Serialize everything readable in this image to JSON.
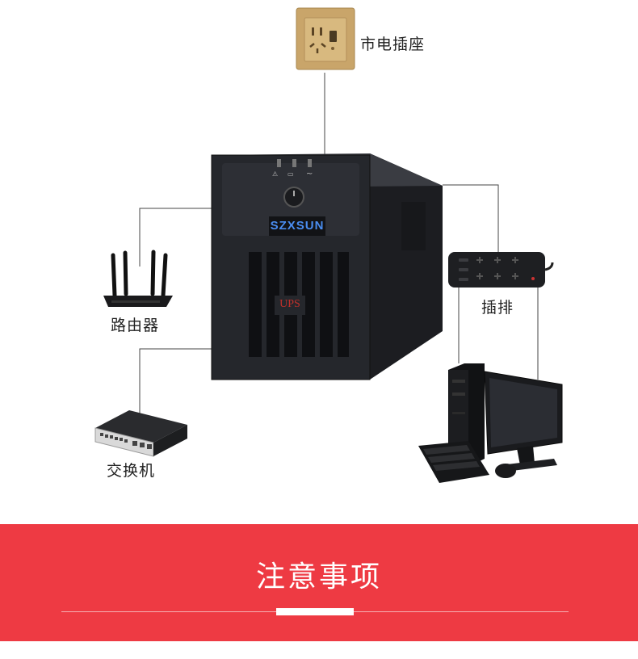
{
  "labels": {
    "socket": "市电插座",
    "router": "路由器",
    "power_strip": "插排",
    "switch": "交换机"
  },
  "ups": {
    "brand": "SZXSUN",
    "model": "UPS"
  },
  "banner": {
    "title": "注意事项"
  },
  "colors": {
    "banner_red": "#ee3a43",
    "ups_body": "#25272c",
    "brand_blue": "#2a6fd6",
    "socket_gold": "#c9a56a"
  }
}
